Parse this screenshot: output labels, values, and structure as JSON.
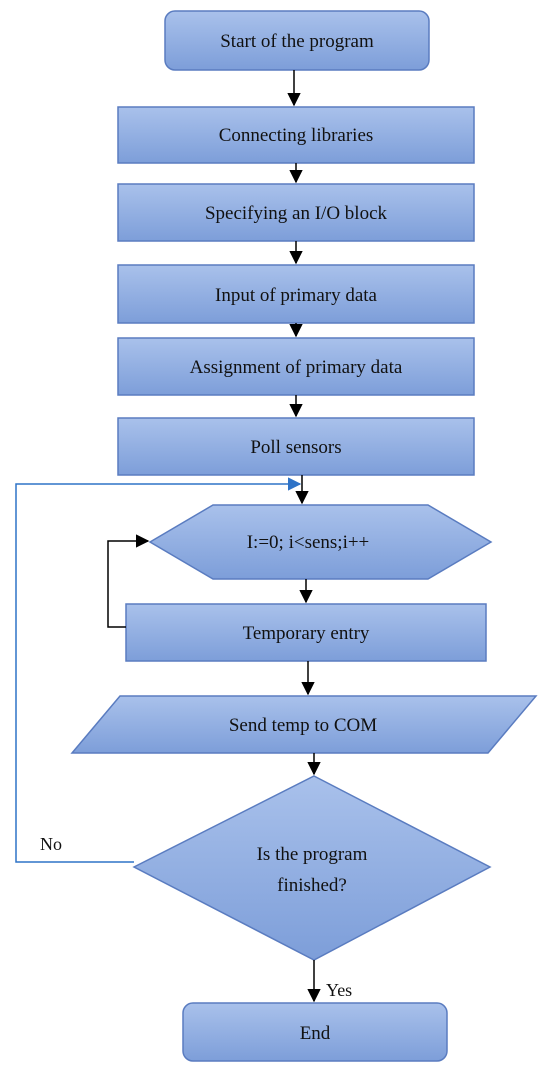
{
  "nodes": {
    "start": "Start of the program",
    "libraries": "Connecting libraries",
    "io_block": "Specifying an I/O block",
    "input": "Input of primary data",
    "assign": "Assignment of primary data",
    "poll": "Poll sensors",
    "loop": "I:=0; i<sens;i++",
    "temp_entry": "Temporary entry",
    "send": "Send temp to COM",
    "decision_line1": "Is the program",
    "decision_line2": "finished?",
    "end": "End"
  },
  "edges": {
    "no_label": "No",
    "yes_label": "Yes"
  },
  "colors": {
    "fill_top": "#a9c1eb",
    "fill_bottom": "#7d9ed9",
    "stroke": "#5a7cc0",
    "arrow": "#000000",
    "loop_arrow": "#2f73c7"
  }
}
